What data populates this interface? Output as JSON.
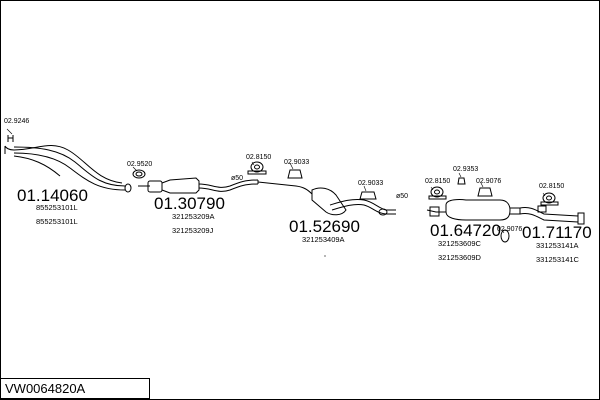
{
  "diagram": {
    "code": "VW0064820A",
    "part_numbers": {
      "p1": "01.14060",
      "p2": "01.30790",
      "p3": "01.52690",
      "p4": "01.64720",
      "p5": "01.71170"
    },
    "oem_refs": {
      "p1a": "855253101L",
      "p1b": "855253101L",
      "p2a": "321253209A",
      "p2b": "321253209J",
      "p3a": "321253409A",
      "p4a": "321253609C",
      "p4b": "321253609D",
      "p5a": "331253141A",
      "p5b": "331253141C"
    },
    "fittings": {
      "f1": "02.9246",
      "f2": "02.9520",
      "f3": "02.8150",
      "f4": "02.9033",
      "f5": "02.9033",
      "f6": "02.8150",
      "f7": "02.9353",
      "f8": "02.9076",
      "f9": "02.9076",
      "f10": "02.8150"
    },
    "diameters": {
      "d1": "ø50",
      "d2": "ø50"
    }
  }
}
